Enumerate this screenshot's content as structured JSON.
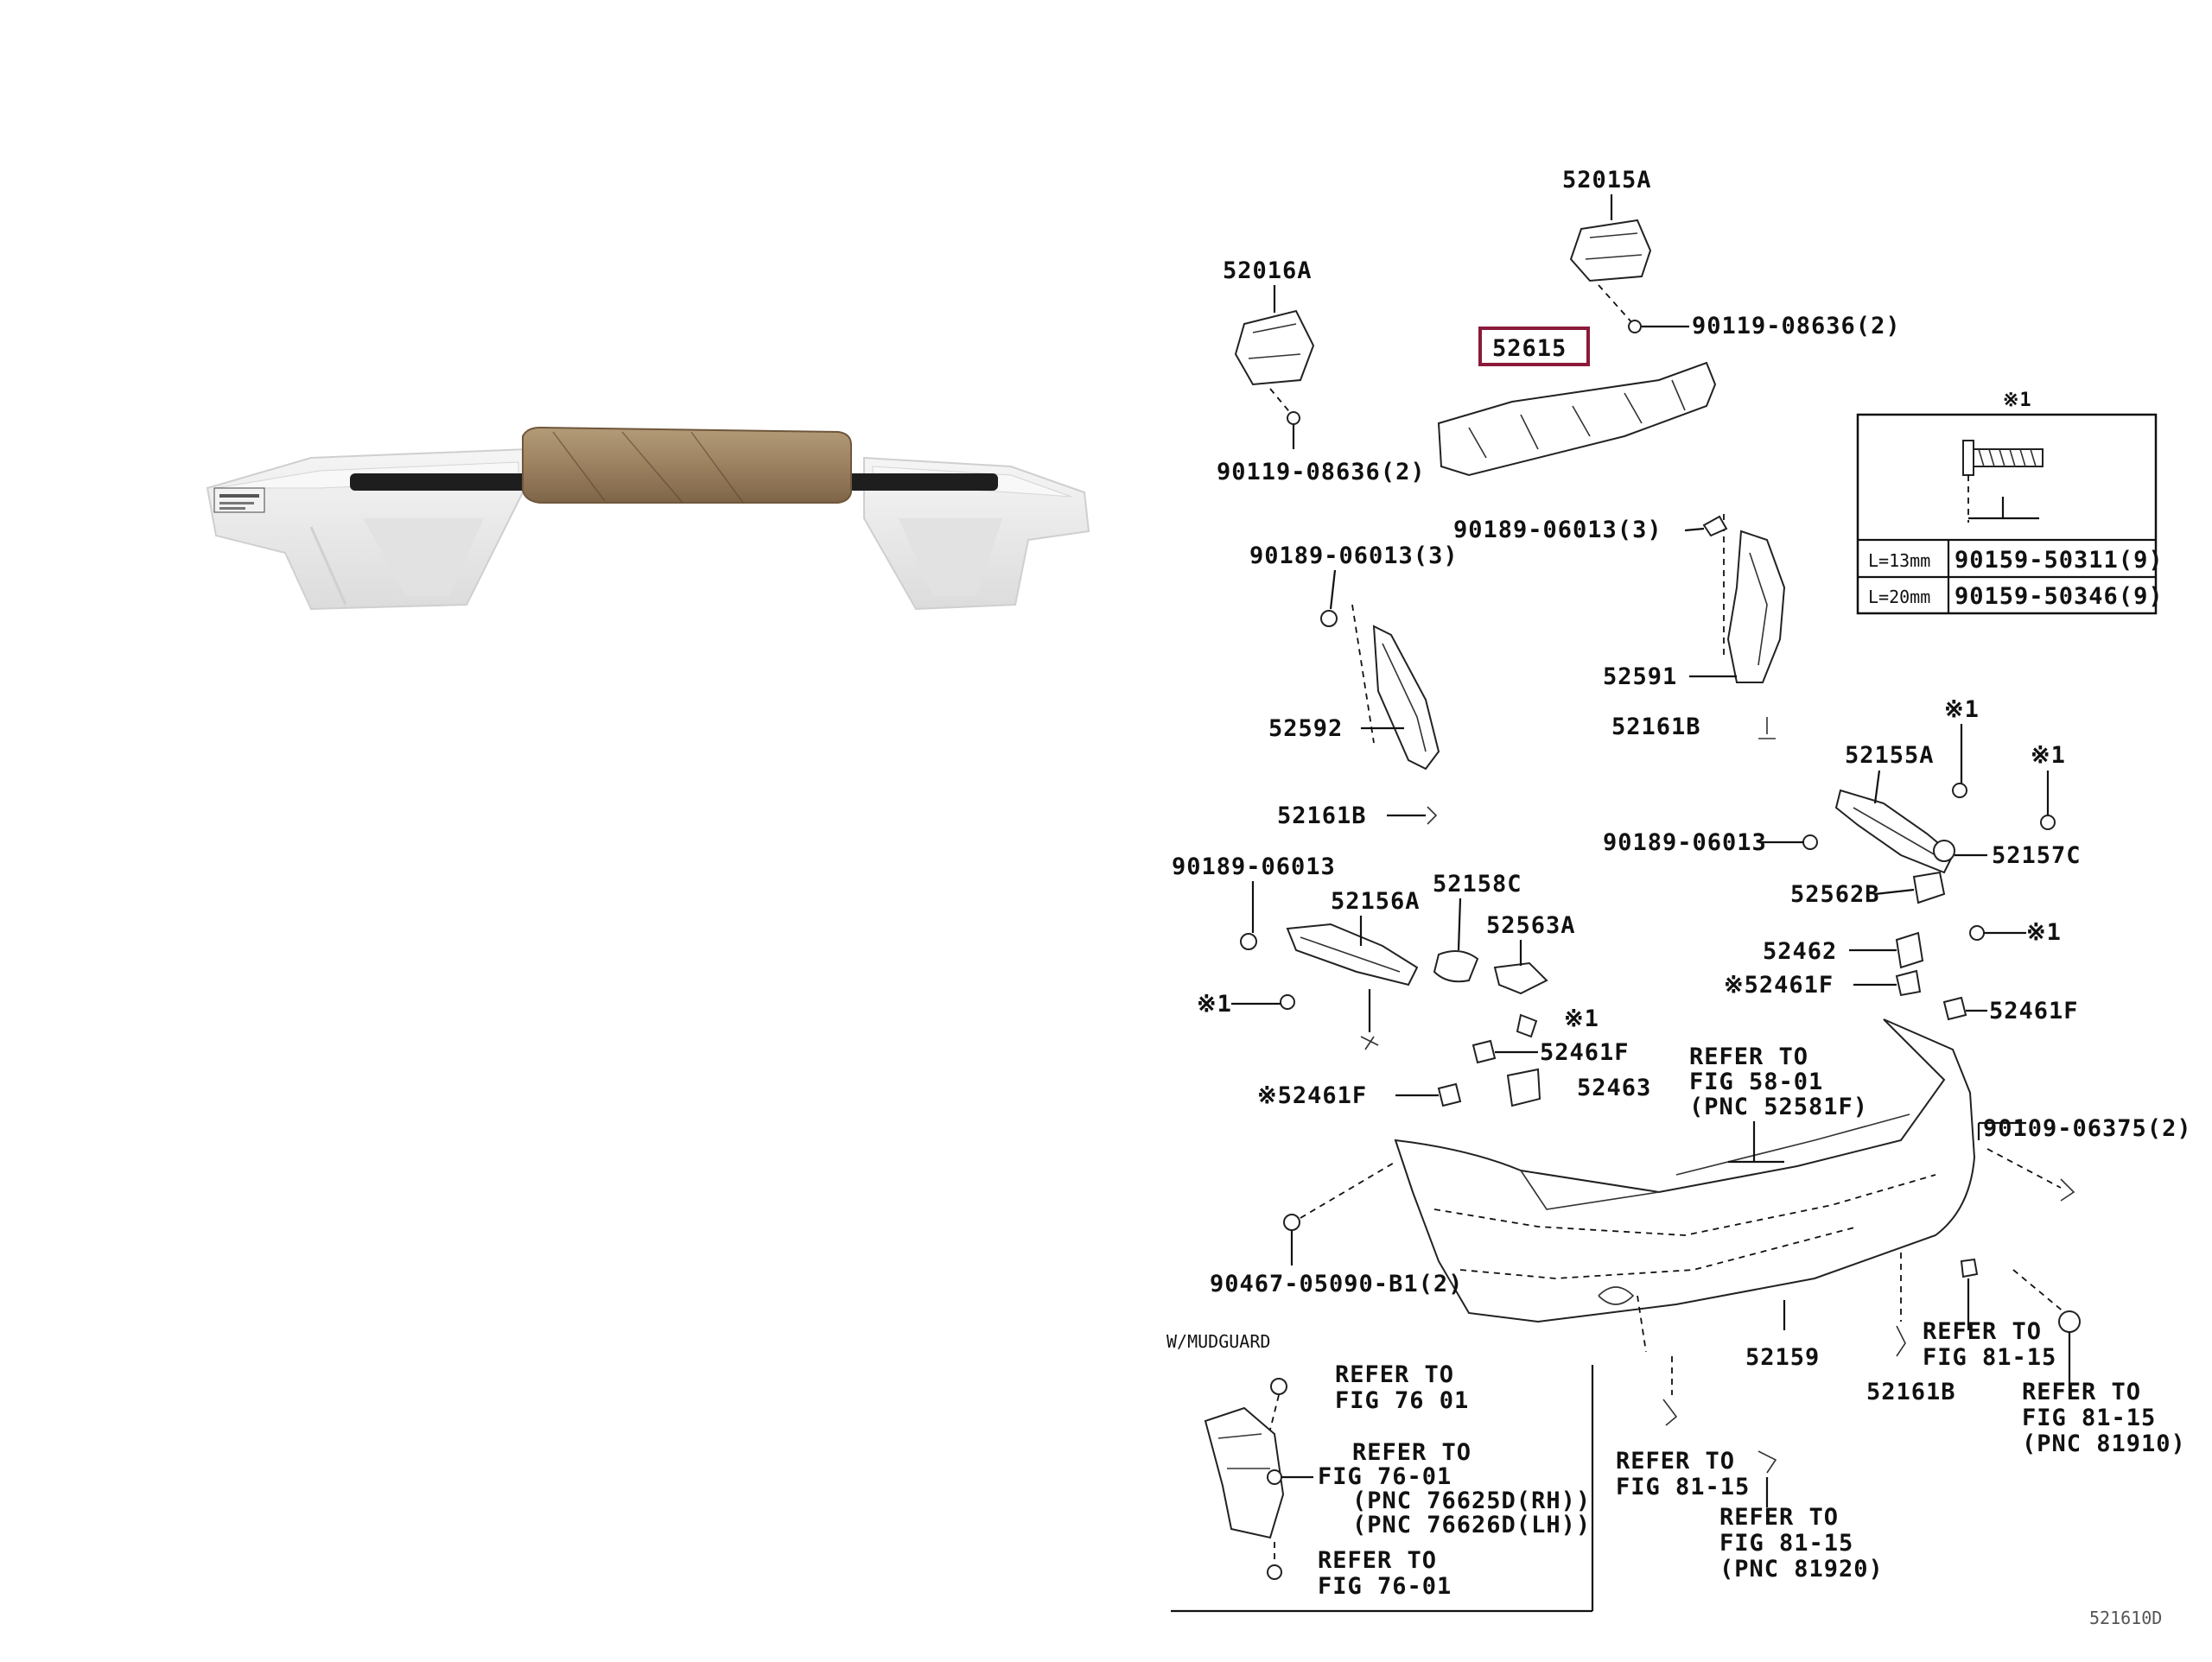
{
  "diagram": {
    "highlighted_part": "52615",
    "labels": {
      "p52015A": "52015A",
      "p52016A": "52016A",
      "p52615": "52615",
      "bolt_top_r": "90119-08636(2)",
      "bolt_top_l": "90119-08636(2)",
      "clip_r": "90189-06013(3)",
      "clip_l": "90189-06013(3)",
      "p52591": "52591",
      "p52592": "52592",
      "p52161B_a": "52161B",
      "p52161B_b": "52161B",
      "p52161B_c": "52161B",
      "p52155A": "52155A",
      "clip_mid_r": "90189-06013",
      "clip_mid_l": "90189-06013",
      "p52157C": "52157C",
      "p52562B": "52562B",
      "p52156A": "52156A",
      "p52158C": "52158C",
      "p52563A": "52563A",
      "p52462": "52462",
      "p52461F_a": "※52461F",
      "p52461F_b": "52461F",
      "p52461F_c": "52461F",
      "p52461F_d": "※52461F",
      "p52463": "52463",
      "p52159": "52159",
      "bolt_90109": "90109-06375(2)",
      "clip_90467": "90467-05090-B1(2)",
      "mark": "※1",
      "refer_581_1": "REFER TO",
      "refer_581_2": "FIG 58-01",
      "refer_581_3": "(PNC 52581F)",
      "refer_8115a_1": "REFER TO",
      "refer_8115a_2": "FIG 81-15",
      "refer_81910_1": "REFER TO",
      "refer_81910_2": "FIG 81-15",
      "refer_81910_3": "(PNC 81910)",
      "refer_8115b_1": "REFER TO",
      "refer_8115b_2": "FIG 81-15",
      "refer_81920_1": "REFER TO",
      "refer_81920_2": "FIG 81-15",
      "refer_81920_3": "(PNC 81920)"
    },
    "mudguard_box": {
      "title": "W/MUDGUARD",
      "ref1_1": "REFER TO",
      "ref1_2": "FIG 76 01",
      "ref2_1": "REFER TO",
      "ref2_2": "FIG 76-01",
      "ref2_3": "(PNC 76625D(RH))",
      "ref2_4": "(PNC 76626D(LH))",
      "ref3_1": "REFER TO",
      "ref3_2": "FIG 76-01"
    },
    "inset_table": {
      "mark": "※1",
      "rows": [
        {
          "length": "L=13mm",
          "part": "90159-50311(9)"
        },
        {
          "length": "L=20mm",
          "part": "90159-50346(9)"
        }
      ]
    },
    "footer_code": "521610D"
  },
  "photo": {
    "subject": "rear bumper energy absorber foam with wrapped center bar"
  },
  "colors": {
    "highlight_box": "#8b1a3a",
    "foam": "#ececec",
    "wrap": "#9c8160",
    "bar": "#1e1e1e"
  }
}
